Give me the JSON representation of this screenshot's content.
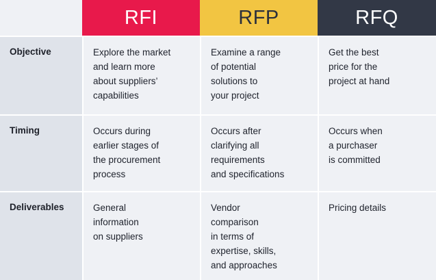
{
  "table": {
    "corner_label": "",
    "columns": [
      {
        "key": "rfi",
        "label": "RFI",
        "bg": "#e8194b",
        "fg": "#ffffff"
      },
      {
        "key": "rfp",
        "label": "RFP",
        "bg": "#f2c542",
        "fg": "#2b303c"
      },
      {
        "key": "rfq",
        "label": "RFQ",
        "bg": "#323846",
        "fg": "#ffffff"
      }
    ],
    "rows": [
      {
        "label": "Objective",
        "cells": [
          "Explore the market\nand learn more\nabout suppliers’\ncapabilities",
          "Examine a range\nof potential\nsolutions to\nyour project",
          "Get the best\nprice for the\nproject at hand"
        ]
      },
      {
        "label": "Timing",
        "cells": [
          "Occurs during\nearlier stages of\nthe procurement\nprocess",
          "Occurs after\nclarifying all\nrequirements\nand specifications",
          "Occurs when\na purchaser\nis committed"
        ]
      },
      {
        "label": "Deliverables",
        "cells": [
          "General\ninformation\non suppliers",
          "Vendor\ncomparison\nin terms of\nexpertise, skills,\nand approaches",
          "Pricing details"
        ]
      }
    ]
  },
  "colors": {
    "rfi_red": "#e8194b",
    "rfp_yellow": "#f2c542",
    "rfq_dark": "#323846",
    "label_column_bg": "#dfe3ea",
    "cell_bg": "#eff1f5",
    "divider": "#ffffff",
    "text_dark": "#20242e"
  }
}
